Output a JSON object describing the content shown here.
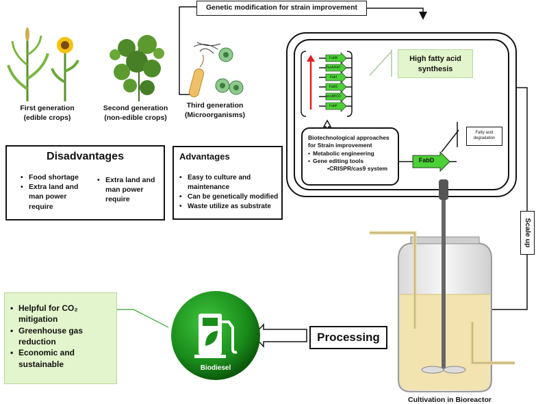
{
  "top_arrow_label": "Genetic modification for strain improvement",
  "generations": {
    "first": {
      "title": "First generation",
      "subtitle": "(edible crops)"
    },
    "second": {
      "title": "Second generation",
      "subtitle": "(non-edible crops)"
    },
    "third": {
      "title": "Third generation",
      "subtitle": "(Microorganisms)"
    }
  },
  "disadvantages": {
    "title": "Disadvantages",
    "first_items": [
      "Food shortage",
      "Extra land and man power require"
    ],
    "second_items": [
      "Extra land and man power require"
    ]
  },
  "advantages": {
    "title": "Advantages",
    "items": [
      "Easy to culture and maintenance",
      "Can be genetically modified",
      "Waste utilize as substrate"
    ]
  },
  "cell": {
    "genes": [
      "FabB",
      "TesA/FAT",
      "FabI",
      "FabG",
      "accABCD",
      "FabF"
    ],
    "high_fatty_acid": "High fatty acid synthesis",
    "approaches_title": "Biotechnological approaches for Strain improvement",
    "approaches_items": [
      "Metabolic engineering",
      "Gene  editing tools"
    ],
    "approaches_sub": "•CRISPR/cas9  system",
    "knockout_gene": "FabD",
    "fatty_acid_degradation": "Fatty acid degradation"
  },
  "scale_up": "Scale up",
  "bioreactor_caption": "Cultivation in Bioreactor",
  "processing": "Processing",
  "biodiesel": "Biodiesel",
  "benefits": [
    "Helpful for  CO₂ mitigation",
    "Greenhouse gas reduction",
    "Economic and sustainable"
  ],
  "colors": {
    "green_accent": "#4cd137",
    "light_green": "#e3f5cc",
    "red": "#e02020",
    "pump_green": "#1f8a1f",
    "broth": "#f2e3b0"
  }
}
